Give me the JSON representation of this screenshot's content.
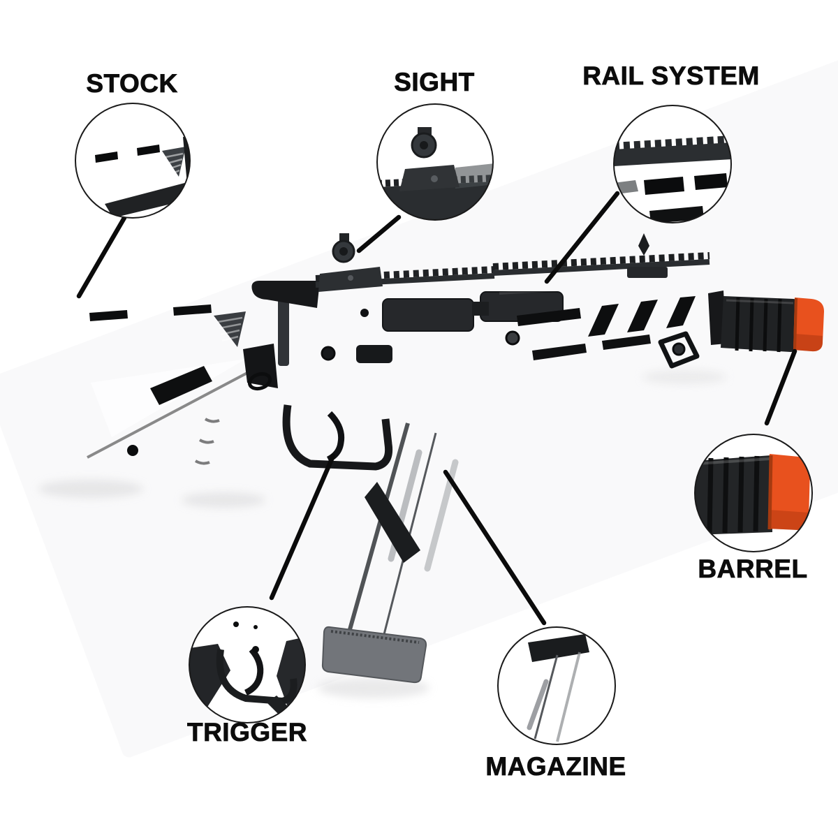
{
  "diagram": {
    "subject": "airsoft-rifle-parts-diagram",
    "colors": {
      "background": "#ffffff",
      "label_text": "#0c0c0c",
      "connector_line": "#0b0b0b",
      "callout_ring": "#1a1a1a",
      "gun_black": "#202224",
      "magazine_gray": "#6d7074",
      "barrel_tip_orange": "#e8511e"
    },
    "callouts": {
      "stock": {
        "label": "STOCK"
      },
      "sight": {
        "label": "SIGHT"
      },
      "rail_system": {
        "label": "RAIL SYSTEM"
      },
      "barrel": {
        "label": "BARREL"
      },
      "trigger": {
        "label": "TRIGGER"
      },
      "magazine": {
        "label": "MAGAZINE"
      }
    }
  }
}
